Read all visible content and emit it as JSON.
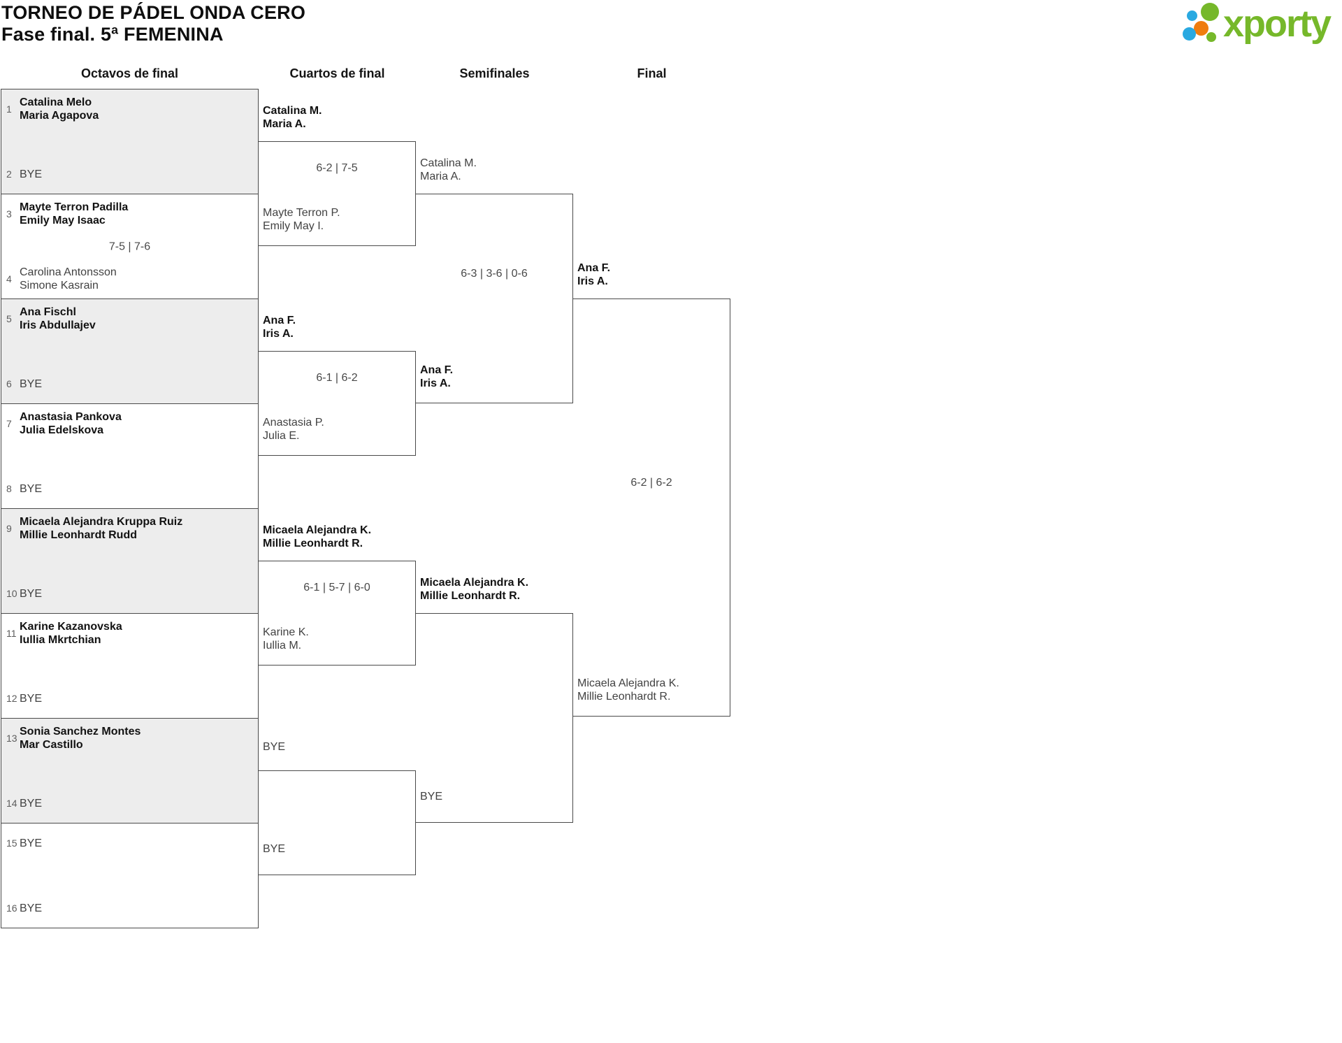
{
  "title": "TORNEO DE PÁDEL ONDA CERO",
  "subtitle": "Fase final. 5ª FEMENINA",
  "logo": {
    "brand": "xporty",
    "colors": {
      "green": "#76b82a",
      "blue": "#29a9e1",
      "orange": "#ef7d0e"
    }
  },
  "round_headers": {
    "octavos": "Octavos de final",
    "cuartos": "Cuartos de final",
    "semifinales": "Semifinales",
    "final": "Final"
  },
  "bracket": {
    "round_of_16": [
      {
        "top": {
          "seed": "1",
          "line1": "Catalina Melo",
          "line2": "Maria Agapova",
          "winner": true
        },
        "bottom": {
          "seed": "2",
          "line1": "BYE",
          "line2": "",
          "winner": false
        },
        "score": ""
      },
      {
        "top": {
          "seed": "3",
          "line1": "Mayte Terron Padilla",
          "line2": "Emily May Isaac",
          "winner": true
        },
        "bottom": {
          "seed": "4",
          "line1": "Carolina Antonsson",
          "line2": "Simone Kasrain",
          "winner": false
        },
        "score": "7-5 | 7-6"
      },
      {
        "top": {
          "seed": "5",
          "line1": "Ana Fischl",
          "line2": "Iris Abdullajev",
          "winner": true
        },
        "bottom": {
          "seed": "6",
          "line1": "BYE",
          "line2": "",
          "winner": false
        },
        "score": ""
      },
      {
        "top": {
          "seed": "7",
          "line1": "Anastasia Pankova",
          "line2": "Julia Edelskova",
          "winner": true
        },
        "bottom": {
          "seed": "8",
          "line1": "BYE",
          "line2": "",
          "winner": false
        },
        "score": ""
      },
      {
        "top": {
          "seed": "9",
          "line1": "Micaela Alejandra Kruppa Ruiz",
          "line2": "Millie Leonhardt Rudd",
          "winner": true
        },
        "bottom": {
          "seed": "10",
          "line1": "BYE",
          "line2": "",
          "winner": false
        },
        "score": ""
      },
      {
        "top": {
          "seed": "11",
          "line1": "Karine Kazanovska",
          "line2": "Iullia Mkrtchian",
          "winner": true
        },
        "bottom": {
          "seed": "12",
          "line1": "BYE",
          "line2": "",
          "winner": false
        },
        "score": ""
      },
      {
        "top": {
          "seed": "13",
          "line1": "Sonia Sanchez Montes",
          "line2": "Mar Castillo",
          "winner": true
        },
        "bottom": {
          "seed": "14",
          "line1": "BYE",
          "line2": "",
          "winner": false
        },
        "score": ""
      },
      {
        "top": {
          "seed": "15",
          "line1": "BYE",
          "line2": "",
          "winner": false
        },
        "bottom": {
          "seed": "16",
          "line1": "BYE",
          "line2": "",
          "winner": false
        },
        "score": ""
      }
    ],
    "quarterfinals": [
      {
        "top": {
          "line1": "Catalina M.",
          "line2": "Maria A.",
          "winner": true
        },
        "bottom": {
          "line1": "Mayte Terron P.",
          "line2": "Emily May I.",
          "winner": false
        },
        "score": "6-2 | 7-5"
      },
      {
        "top": {
          "line1": "Ana F.",
          "line2": "Iris A.",
          "winner": true
        },
        "bottom": {
          "line1": "Anastasia P.",
          "line2": "Julia E.",
          "winner": false
        },
        "score": "6-1 | 6-2"
      },
      {
        "top": {
          "line1": "Micaela Alejandra K.",
          "line2": "Millie Leonhardt R.",
          "winner": true
        },
        "bottom": {
          "line1": "Karine K.",
          "line2": "Iullia M.",
          "winner": false
        },
        "score": "6-1 | 5-7 | 6-0"
      },
      {
        "top": {
          "line1": "BYE",
          "line2": "",
          "winner": false
        },
        "bottom": {
          "line1": "BYE",
          "line2": "",
          "winner": false
        },
        "score": ""
      }
    ],
    "semifinals": [
      {
        "top": {
          "line1": "Catalina M.",
          "line2": "Maria A.",
          "winner": false
        },
        "bottom": {
          "line1": "Ana F.",
          "line2": "Iris A.",
          "winner": true
        },
        "score": "6-3 | 3-6 | 0-6"
      },
      {
        "top": {
          "line1": "Micaela Alejandra K.",
          "line2": "Millie Leonhardt R.",
          "winner": true
        },
        "bottom": {
          "line1": "BYE",
          "line2": "",
          "winner": false
        },
        "score": ""
      }
    ],
    "final": [
      {
        "top": {
          "line1": "Ana F.",
          "line2": "Iris A.",
          "winner": true
        },
        "bottom": {
          "line1": "Micaela Alejandra K.",
          "line2": "Millie Leonhardt R.",
          "winner": false
        },
        "score": "6-2 | 6-2"
      }
    ]
  }
}
